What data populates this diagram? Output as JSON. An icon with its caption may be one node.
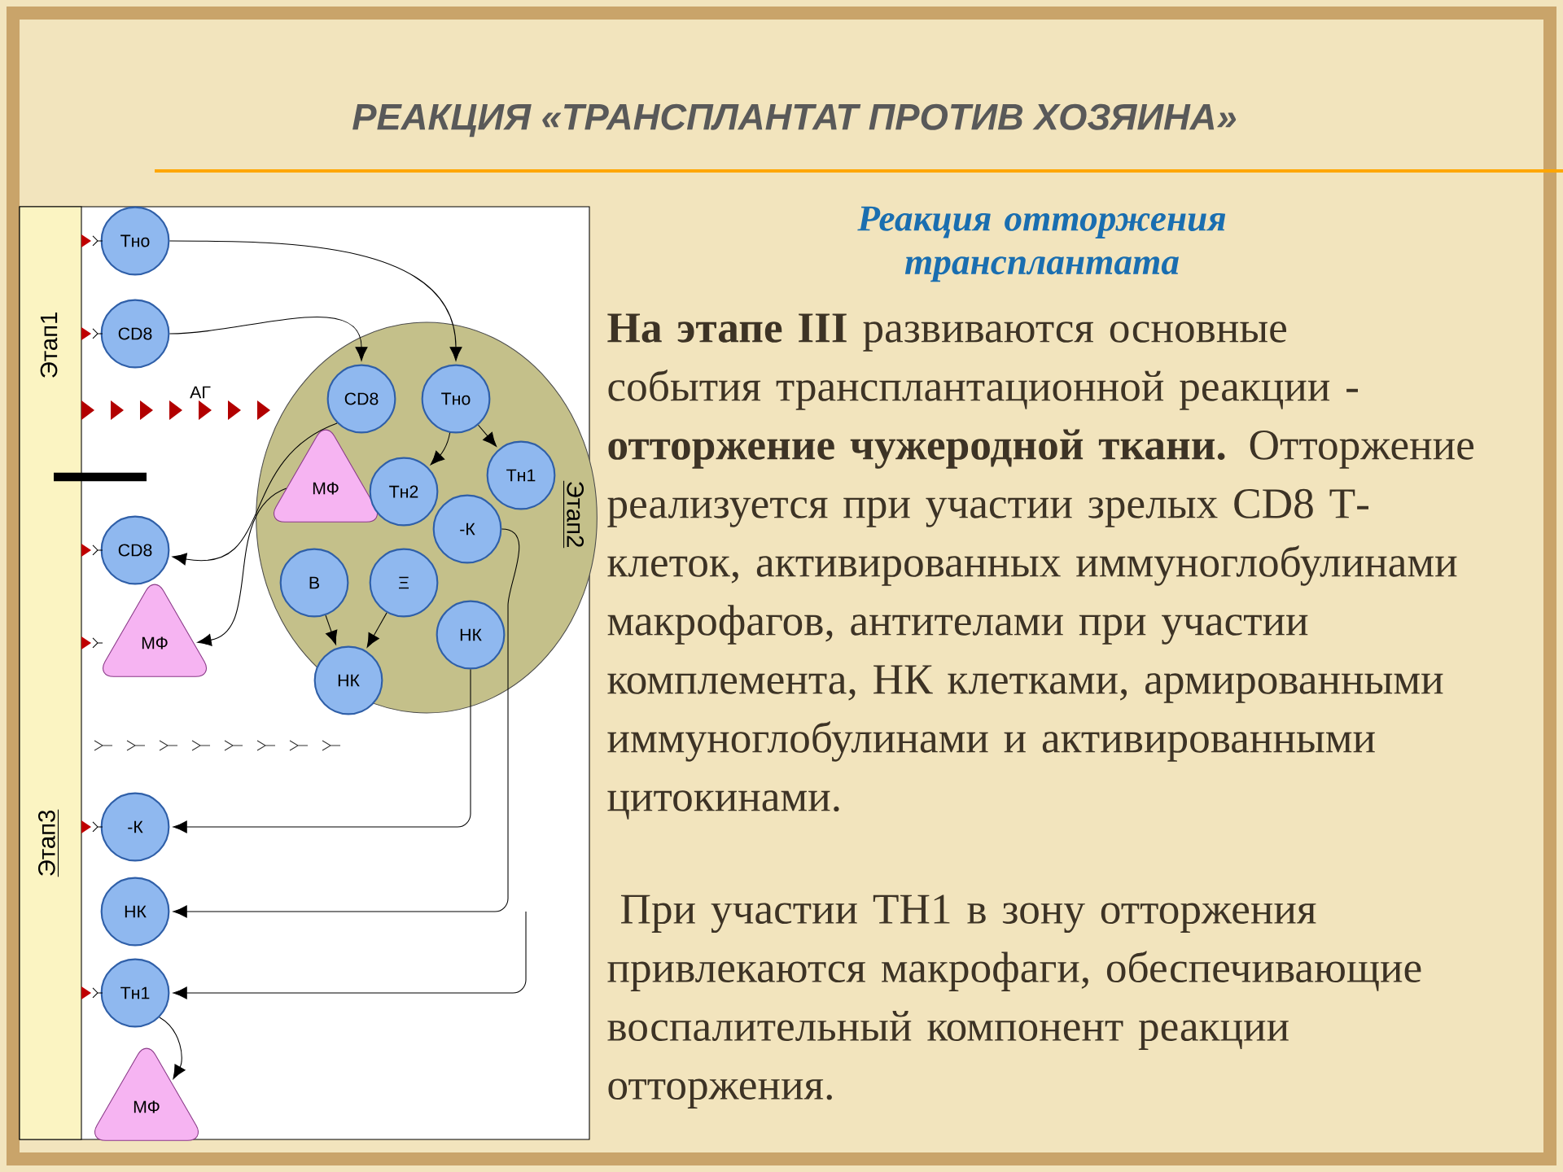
{
  "diagram": {
    "title": "РЕАКЦИЯ «ТРАНСПЛАНТАТ ПРОТИВ ХОЗЯИНА»",
    "nodes": [
      {
        "text": [],
        "shape": "circle"
      },
      {
        "text": [
          "Тно"
        ]
      },
      {
        "text": [
          "CD8"
        ]
      },
      {
        "text": [
          "CD8"
        ],
        "in": 0
      },
      {
        "text": [
          "Тно"
        ],
        "in": 0
      },
      {
        "text": [
          "Тн1"
        ],
        "in": 0
      },
      {
        "text": [
          "МФ"
        ],
        "in": 0
      },
      {
        "text": [
          "Тн2"
        ],
        "in": 0
      },
      {
        "text": [
          "-К"
        ],
        "in": 0
      },
      {
        "text": [
          "В"
        ],
        "in": 0
      },
      {
        "text": [
          "Ξ"
        ],
        "in": 0
      },
      {
        "text": [
          "НК"
        ],
        "in": 0
      },
      {
        "text": [
          "НК"
        ],
        "in": 0
      },
      {
        "text": [
          "CD8"
        ]
      },
      {
        "text": [
          "МФ"
        ]
      },
      {
        "text": [
          "-К"
        ]
      },
      {
        "text": [
          "НК"
        ]
      },
      {
        "text": [
          "Тн1"
        ]
      },
      {
        "text": [
          "МФ"
        ]
      }
    ],
    "edges": [
      {
        "from": 1,
        "to": 4,
        "arrow": "to"
      },
      {
        "from": 2,
        "to": 3,
        "arrow": "to"
      },
      {
        "from": 4,
        "to": 5,
        "arrow": "to"
      },
      {
        "from": 4,
        "to": 7,
        "arrow": "to"
      },
      {
        "from": 3,
        "to": 13,
        "arrow": "to"
      },
      {
        "from": 6,
        "to": 14,
        "arrow": "to"
      },
      {
        "from": 9,
        "to": 12,
        "arrow": "to"
      },
      {
        "from": 10,
        "to": 12,
        "arrow": "to"
      },
      {
        "from": 11,
        "to": 15,
        "arrow": "to"
      },
      {
        "from": 8,
        "to": 16,
        "arrow": "to"
      },
      {
        "from": null,
        "to": 17,
        "arrow": "to"
      },
      {
        "from": 17,
        "to": 18,
        "arrow": "to"
      }
    ],
    "labels": [
      "Реакция отторжения трансплантата",
      "**На этапе III** развиваются основные события трансплантационной реакции - **отторжение чужеродной ткани.** Отторжение реализуется при участии зрелых CD8 Т-клеток, активированных иммуноглобулинами макрофагов, антителами при участии комплемента, НК клетками, армированными иммуноглобулинами и активированными цитокинами.",
      "При участии ТН1 в зону отторжения привлекаются макрофаги, обеспечивающие воспалительный компонент реакции отторжения.",
      "Этап1",
      "АГ",
      "Этап2",
      "Этап3"
    ]
  }
}
